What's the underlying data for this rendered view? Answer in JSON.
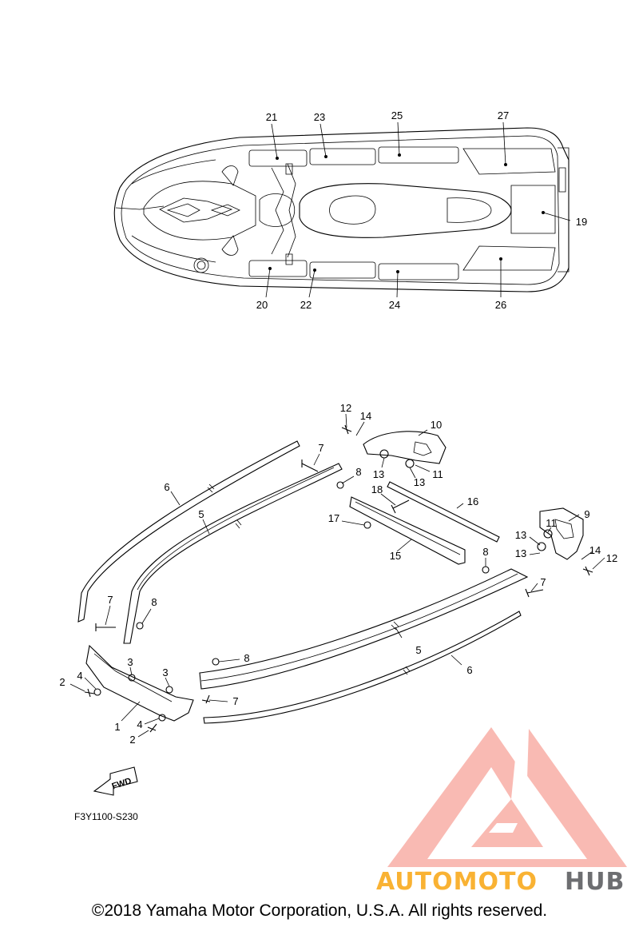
{
  "diagram": {
    "top_callouts": [
      "21",
      "23",
      "25",
      "27",
      "19",
      "20",
      "22",
      "24",
      "26"
    ],
    "bottom_callouts": [
      "12",
      "14",
      "10",
      "13",
      "13",
      "11",
      "7",
      "8",
      "6",
      "5",
      "18",
      "16",
      "17",
      "15",
      "9",
      "11",
      "13",
      "13",
      "14",
      "12",
      "8",
      "7",
      "7",
      "8",
      "5",
      "6",
      "8",
      "7",
      "3",
      "3",
      "2",
      "4",
      "1",
      "4",
      "2"
    ],
    "fwd_label": "FWD",
    "drawing_code": "F3Y1100-S230"
  },
  "watermark": {
    "part1": "AUTOMOTO",
    "part2": "HUB",
    "color_primary": "#f26b5b",
    "color_secondary": "#f9b233",
    "color_dark": "#6d6e71"
  },
  "footer": {
    "copyright": "©2018 Yamaha Motor Corporation, U.S.A. All rights reserved."
  }
}
